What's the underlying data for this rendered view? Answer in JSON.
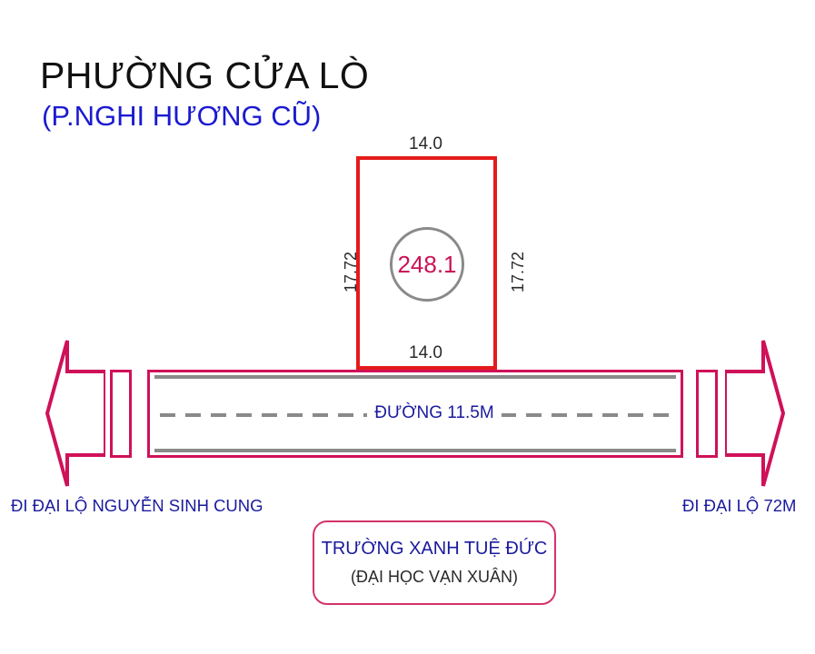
{
  "title": {
    "main": "PHƯỜNG CỬA LÒ",
    "sub": "(P.NGHI HƯƠNG CŨ)"
  },
  "plot": {
    "area_label": "248.1",
    "dim_top": "14.0",
    "dim_bottom": "14.0",
    "dim_left": "17.72",
    "dim_right": "17.72",
    "outline_color": "#e41b1b",
    "area_text_color": "#cc1155",
    "circle_color": "#8a8a8a"
  },
  "road": {
    "label": "ĐƯỜNG 11.5M",
    "label_color": "#1a1a9e",
    "band_color": "#cf1159",
    "lane_line_color": "#8a8a8a"
  },
  "directions": {
    "left_label": "ĐI ĐẠI LỘ NGUYỄN SINH CUNG",
    "right_label": "ĐI ĐẠI LỘ 72M",
    "arrow_color": "#cf1159",
    "label_color": "#1a1a9e"
  },
  "school": {
    "name": "TRƯỜNG XANH TUỆ ĐỨC",
    "alt_name": "(ĐẠI HỌC VẠN XUÂN)",
    "border_color": "#d4336b"
  }
}
